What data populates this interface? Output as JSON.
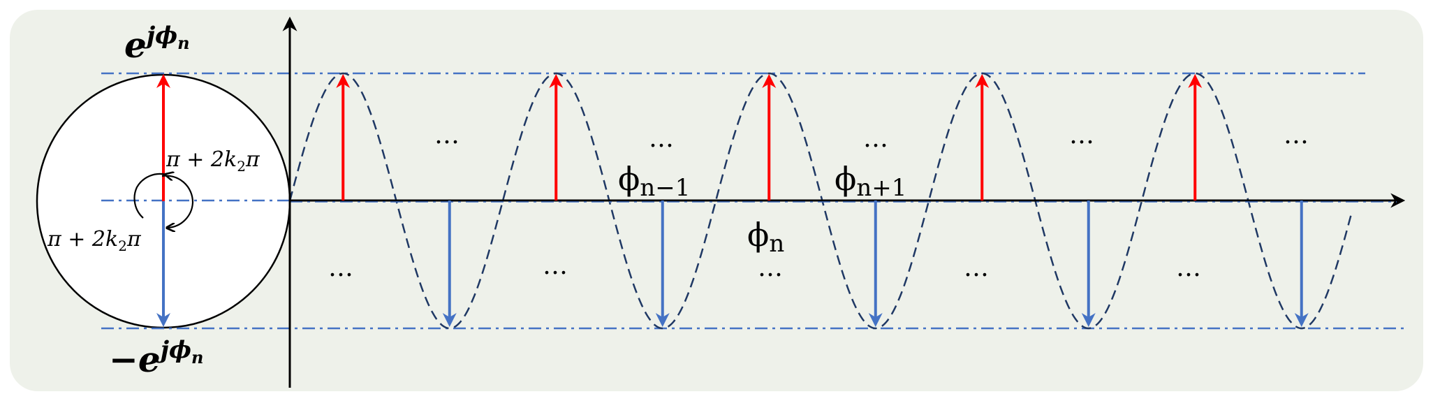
{
  "labels": {
    "top_phasor_base": "e",
    "top_phasor_exp": "jϕ",
    "top_phasor_sub": "n",
    "bottom_phasor_sign": "−",
    "bottom_phasor_base": "e",
    "bottom_phasor_exp": "jϕ",
    "bottom_phasor_sub": "n",
    "rotation_upper": "π + 2k",
    "rotation_upper_sub": "2",
    "rotation_upper_tail": "π",
    "rotation_lower": "π + 2k",
    "rotation_lower_sub": "2",
    "rotation_lower_tail": "π",
    "phi_prev": "ϕ",
    "phi_prev_sub": "n−1",
    "phi_curr": "ϕ",
    "phi_curr_sub": "n",
    "phi_next": "ϕ",
    "phi_next_sub": "n+1",
    "ellipsis": "…"
  },
  "colors": {
    "panel_bg": "#eef1ea",
    "up_arrow": "#ff0000",
    "down_arrow": "#4472c4",
    "guide_line": "#4472c4",
    "wave": "#1f3864",
    "axis": "#000000"
  }
}
